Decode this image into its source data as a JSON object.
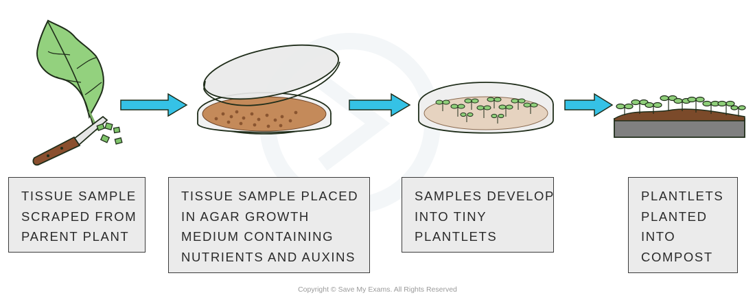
{
  "steps": [
    {
      "lines": [
        "TISSUE SAMPLE",
        "SCRAPED FROM",
        "PARENT PLANT"
      ]
    },
    {
      "lines": [
        "TISSUE SAMPLE PLACED",
        "IN AGAR GROWTH",
        "MEDIUM CONTAINING",
        "NUTRIENTS AND AUXINS"
      ]
    },
    {
      "lines": [
        "SAMPLES DEVELOP",
        "INTO TINY",
        "PLANTLETS"
      ]
    },
    {
      "lines": [
        "PLANTLETS",
        "PLANTED",
        "INTO",
        "COMPOST"
      ]
    }
  ],
  "copyright": "Copyright © Save My Exams. All Rights Reserved",
  "colors": {
    "arrow": "#35c2e6",
    "leaf": "#93d17e",
    "dish_agar": "#c48a5a",
    "compost": "#7b4a2a",
    "tray": "#808080",
    "box_fill": "#ebebeb"
  },
  "icons": [
    "leaf-icon",
    "knife-icon",
    "petri-dish-icon",
    "arrow-right-icon",
    "seedling-tray-icon"
  ]
}
